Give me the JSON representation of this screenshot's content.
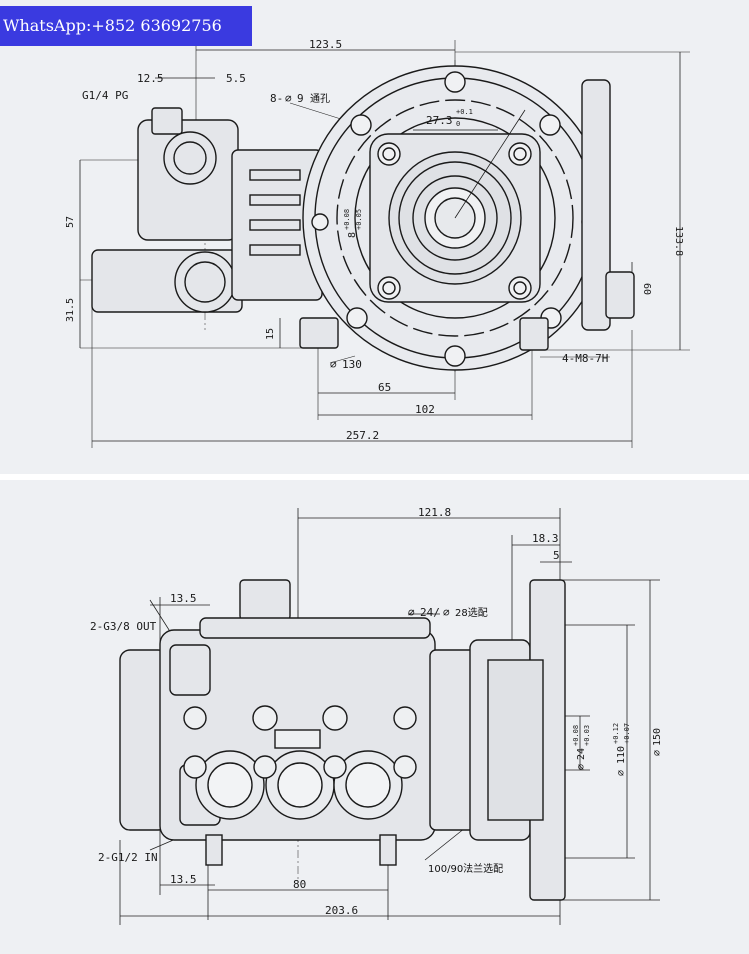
{
  "watermark": {
    "text": "WhatsApp:+852 63692756"
  },
  "top_view": {
    "dims": {
      "w123_5": "123.5",
      "w12_5": "12.5",
      "w5_5": "5.5",
      "port": "G1/4 PG",
      "holes": "8-",
      "holes_dia": "9",
      "holes_note": "通孔",
      "d27_3": "27.3",
      "d27_3_tol_up": "+0.1",
      "d27_3_tol_dn": "0",
      "key8": "8",
      "key8_tol_up": "+0.08",
      "key8_tol_dn": "+0.05",
      "h57": "57",
      "h31_5": "31.5",
      "h15": "15",
      "h133_8": "133.8",
      "h60": "60",
      "dia130": "130",
      "thread": "4-M8-7H",
      "w65": "65",
      "w102": "102",
      "w257_2": "257.2"
    }
  },
  "bottom_view": {
    "dims": {
      "w121_8": "121.8",
      "w18_3": "18.3",
      "w5": "5",
      "w13_5_top": "13.5",
      "out_port": "2-G3/8 OUT",
      "shaft_option": "24/",
      "shaft_option_b": "28选配",
      "d24": "24",
      "d24_tol_up": "+0.08",
      "d24_tol_dn": "+0.03",
      "d110": "110",
      "d110_tol_up": "+0.12",
      "d110_tol_dn": "+0.07",
      "d150": "150",
      "in_port": "2-G1/2 IN",
      "flange_option": "100/90法兰选配",
      "w13_5_bot": "13.5",
      "w80": "80",
      "w203_6": "203.6"
    }
  }
}
